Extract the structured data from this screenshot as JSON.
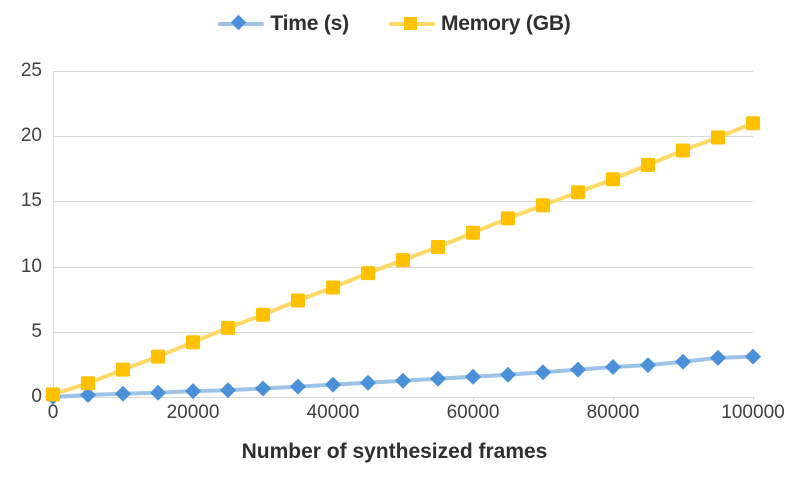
{
  "chart_data": {
    "type": "line",
    "title": "",
    "xlabel": "Number of synthesized frames",
    "ylabel": "",
    "xlim": [
      0,
      100000
    ],
    "ylim": [
      0,
      25
    ],
    "grid": true,
    "legend_position": "top-center",
    "xticks": [
      "0",
      "20000",
      "40000",
      "60000",
      "80000",
      "100000"
    ],
    "xtick_values": [
      0,
      20000,
      40000,
      60000,
      80000,
      100000
    ],
    "yticks": [
      "0",
      "5",
      "10",
      "15",
      "20",
      "25"
    ],
    "ytick_values": [
      0,
      5,
      10,
      15,
      20,
      25
    ],
    "x": [
      0,
      5000,
      10000,
      15000,
      20000,
      25000,
      30000,
      35000,
      40000,
      45000,
      50000,
      55000,
      60000,
      65000,
      70000,
      75000,
      80000,
      85000,
      90000,
      95000,
      100000
    ],
    "series": [
      {
        "name": "Time (s)",
        "marker": "diamond",
        "color": "#4A90D9",
        "line_color": "#9DC3E6",
        "values": [
          0.0,
          0.15,
          0.25,
          0.33,
          0.45,
          0.52,
          0.65,
          0.8,
          0.95,
          1.1,
          1.25,
          1.4,
          1.55,
          1.7,
          1.9,
          2.1,
          2.3,
          2.45,
          2.7,
          3.0,
          3.1
        ]
      },
      {
        "name": "Memory (GB)",
        "marker": "square",
        "color": "#FFC000",
        "line_color": "#FFD966",
        "values": [
          0.2,
          1.05,
          2.1,
          3.1,
          4.2,
          5.3,
          6.3,
          7.4,
          8.4,
          9.5,
          10.5,
          11.5,
          12.6,
          13.7,
          14.7,
          15.7,
          16.7,
          17.8,
          18.9,
          19.9,
          21.0
        ]
      }
    ]
  },
  "legend": {
    "entries": [
      {
        "label": "Time (s)",
        "marker": "diamond-marker-icon"
      },
      {
        "label": "Memory (GB)",
        "marker": "square-marker-icon"
      }
    ]
  },
  "colors": {
    "time_marker": "#4A90D9",
    "time_line": "#9DC3E6",
    "memory_marker": "#FFC000",
    "memory_line": "#FFD966",
    "gridline": "#d9d9d9",
    "text": "#404040"
  }
}
